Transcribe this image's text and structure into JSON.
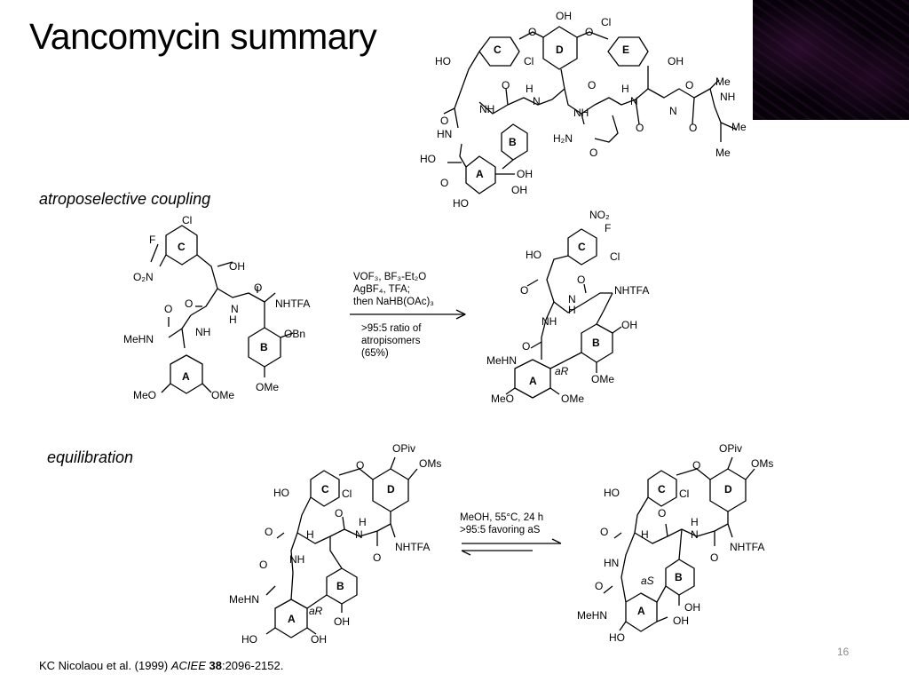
{
  "slide": {
    "title": "Vancomycin summary",
    "page_number": "16",
    "citation": {
      "authors": "KC Nicolaou et al. (1999) ",
      "journal": "ACIEE",
      "volume": "38",
      "pages": ":2096-2152."
    }
  },
  "sections": {
    "coupling": "atroposelective coupling",
    "equilibration": "equilibration"
  },
  "reaction1": {
    "conditions": [
      "VOF₃, BF₃-Et₂O",
      "AgBF₄, TFA;",
      "then NaHB(OAc)₃"
    ],
    "results": [
      ">95:5 ratio of",
      "atropisomers",
      "(65%)"
    ]
  },
  "reaction2": {
    "conditions": [
      "MeOH, 55°C, 24 h",
      ">95:5 favoring aS"
    ]
  },
  "labels": {
    "ring_a": "A",
    "ring_b": "B",
    "ring_c": "C",
    "ring_d": "D",
    "ring_e": "E",
    "oh": "OH",
    "ho": "HO",
    "hodot": "HO",
    "cl": "Cl",
    "f": "F",
    "o": "O",
    "nh": "NH",
    "hn": "HN",
    "h": "H",
    "n": "N",
    "me": "Me",
    "h2n": "H₂N",
    "no2": "NO₂",
    "o2n": "O₂N",
    "nhtfa": "NHTFA",
    "mehn": "MeHN",
    "ome": "OMe",
    "meo": "MeO",
    "obn": "OBn",
    "opiv": "OPiv",
    "oms": "OMs",
    "ar": "aR",
    "as": "aS"
  }
}
